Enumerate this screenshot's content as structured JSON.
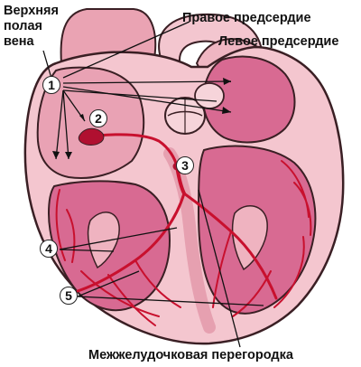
{
  "labels": {
    "superior_vena_cava": "Верхняя\nполая\nвена",
    "right_atrium": "Правое предсердие",
    "left_atrium": "Левое предсердие",
    "interventricular_septum": "Межжелудочковая перегородка"
  },
  "markers": {
    "m1": "1",
    "m2": "2",
    "m3": "3",
    "m4": "4",
    "m5": "5"
  },
  "colors": {
    "heart_tissue": "#f2c3cc",
    "heart_outline": "#3a1f24",
    "chamber": "#d86a92",
    "conduction_pathway": "#c8102e",
    "sa_node": "#b01030"
  }
}
